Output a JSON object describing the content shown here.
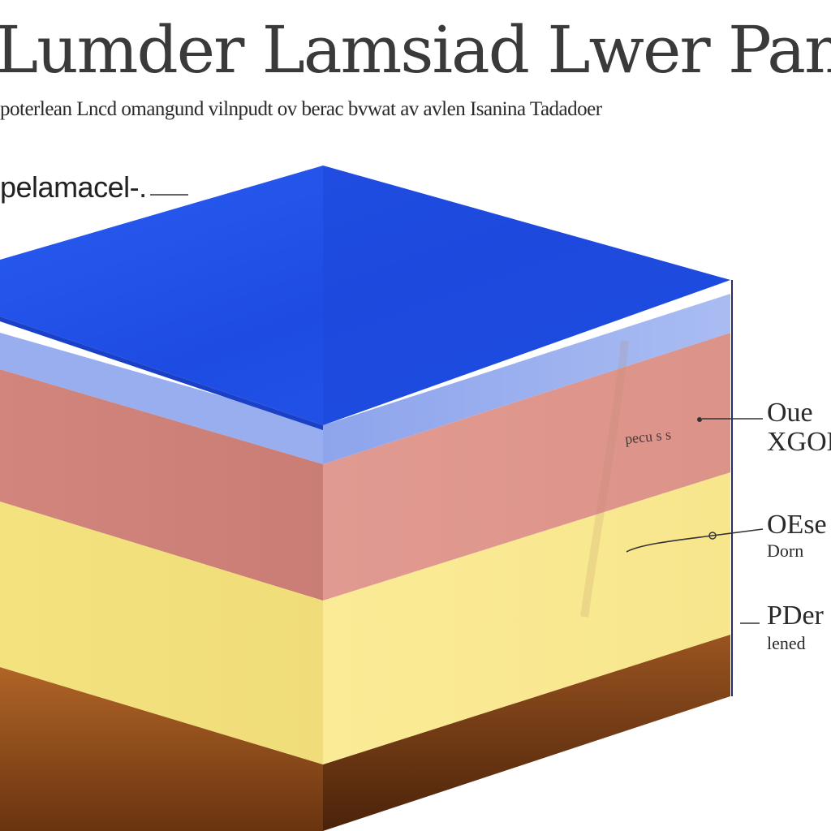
{
  "title": "Lumder Lamsiad Lwer Pamry",
  "subtitle": "poterlean Lncd omangund vilnpudt ov berac bvwat av avlen Isanina Tadadoer",
  "top_label": "pelamacel-.",
  "inner_label": "pecu s s",
  "callouts": [
    {
      "top": "Oue",
      "bottom": "XGOB"
    },
    {
      "top": "OEse",
      "bottom": "Dorn"
    },
    {
      "top": "PDer",
      "bottom": "lened"
    }
  ],
  "layers": [
    {
      "name": "top-blue",
      "color": "#1f4fe0"
    },
    {
      "name": "light-blue",
      "color": "#9fb3ef"
    },
    {
      "name": "pink",
      "color": "#d98a82"
    },
    {
      "name": "yellow",
      "color": "#f5e486"
    },
    {
      "name": "brown",
      "color": "#8a4a1c"
    }
  ]
}
